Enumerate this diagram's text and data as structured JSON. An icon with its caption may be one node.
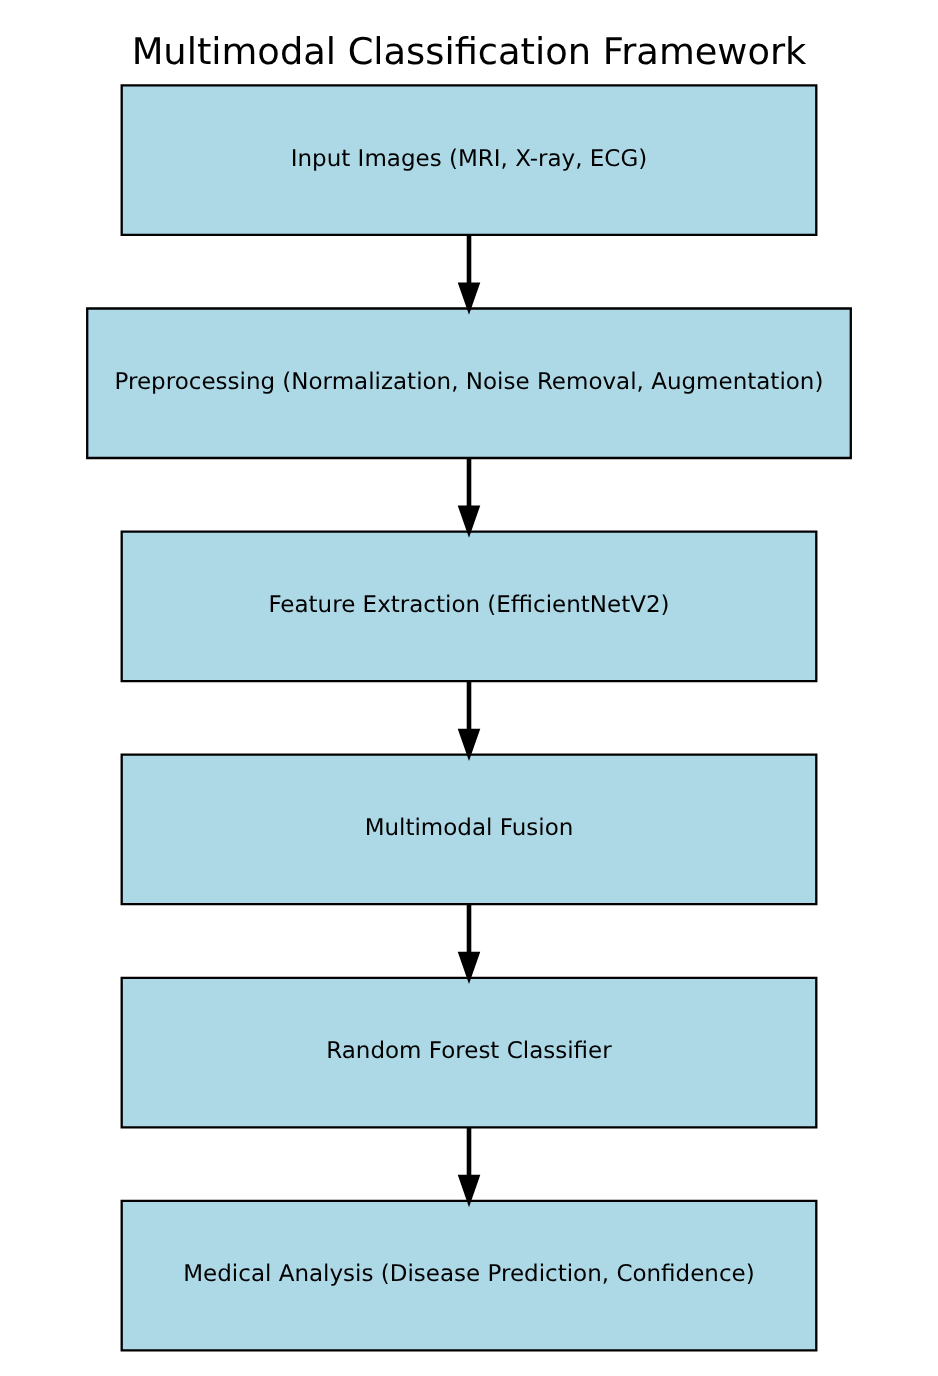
{
  "diagram": {
    "title": "Multimodal Classification Framework",
    "nodes": [
      {
        "text": [
          "Input Images (MRI, X-ray, ECG)"
        ]
      },
      {
        "text": [
          "Preprocessing (Normalization, Noise Removal, Augmentation)"
        ]
      },
      {
        "text": [
          "Feature Extraction (EfficientNetV2)"
        ]
      },
      {
        "text": [
          "Multimodal Fusion"
        ]
      },
      {
        "text": [
          "Random Forest Classifier"
        ]
      },
      {
        "text": [
          "Medical Analysis (Disease Prediction, Confidence)"
        ]
      }
    ],
    "edges": [
      {
        "from": 0,
        "to": 1,
        "arrow": "to"
      },
      {
        "from": 1,
        "to": 2,
        "arrow": "to"
      },
      {
        "from": 2,
        "to": 3,
        "arrow": "to"
      },
      {
        "from": 3,
        "to": 4,
        "arrow": "to"
      },
      {
        "from": 4,
        "to": 5,
        "arrow": "to"
      }
    ]
  }
}
